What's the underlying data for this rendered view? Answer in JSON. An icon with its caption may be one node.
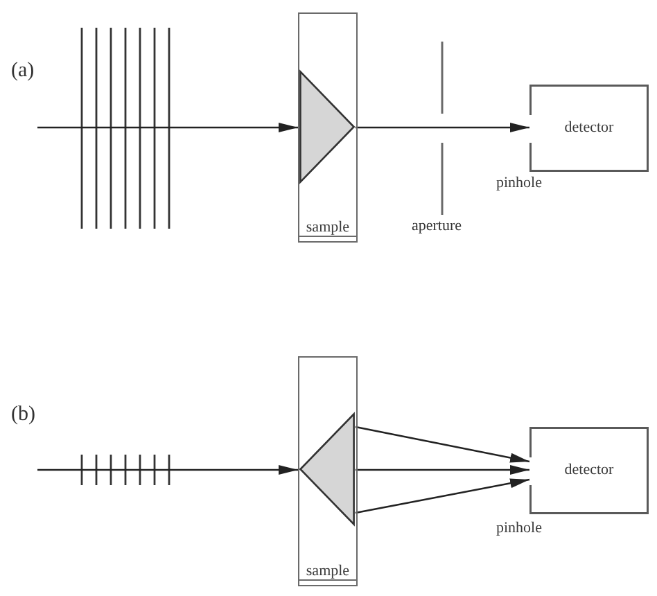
{
  "diagram": {
    "nodes": [
      {
        "text": [
          "sample"
        ]
      },
      {
        "text": [],
        "shape": "triangle",
        "in": 0
      },
      {
        "text": [
          "detector"
        ],
        "beside": [
          "pinhole"
        ]
      },
      {
        "text": [
          "sample"
        ]
      },
      {
        "text": [],
        "shape": "triangle",
        "in": 3
      },
      {
        "text": [
          "detector"
        ],
        "beside": [
          "pinhole"
        ]
      }
    ],
    "edges": [
      {
        "from": null,
        "to": 0,
        "arrow": "to"
      },
      {
        "from": 1,
        "to": 2,
        "arrow": "to"
      },
      {
        "from": null,
        "to": 3,
        "arrow": "to"
      },
      {
        "from": 4,
        "to": 5,
        "arrow": "to"
      },
      {
        "from": 4,
        "to": 5,
        "arrow": "to"
      },
      {
        "from": 4,
        "to": 5,
        "arrow": "to"
      }
    ],
    "labels": [
      "(a)",
      "aperture",
      "(b)"
    ]
  }
}
